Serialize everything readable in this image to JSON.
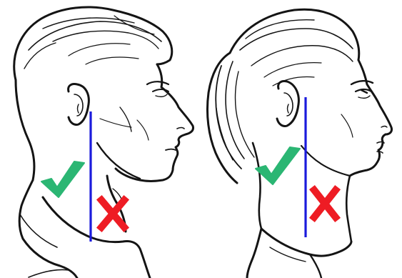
{
  "colors": {
    "ink": "#141414",
    "guide_line": "#1a1adc",
    "check": "#2bb673",
    "cross": "#ee1c24",
    "background": "#ffffff"
  },
  "panels": [
    {
      "subject": "male-head-profile",
      "guide": "vertical-line-behind-ear",
      "good_marker_icon": "check-icon",
      "bad_marker_icon": "cross-icon"
    },
    {
      "subject": "female-head-profile",
      "guide": "vertical-line-behind-ear",
      "good_marker_icon": "check-icon",
      "bad_marker_icon": "cross-icon"
    }
  ]
}
